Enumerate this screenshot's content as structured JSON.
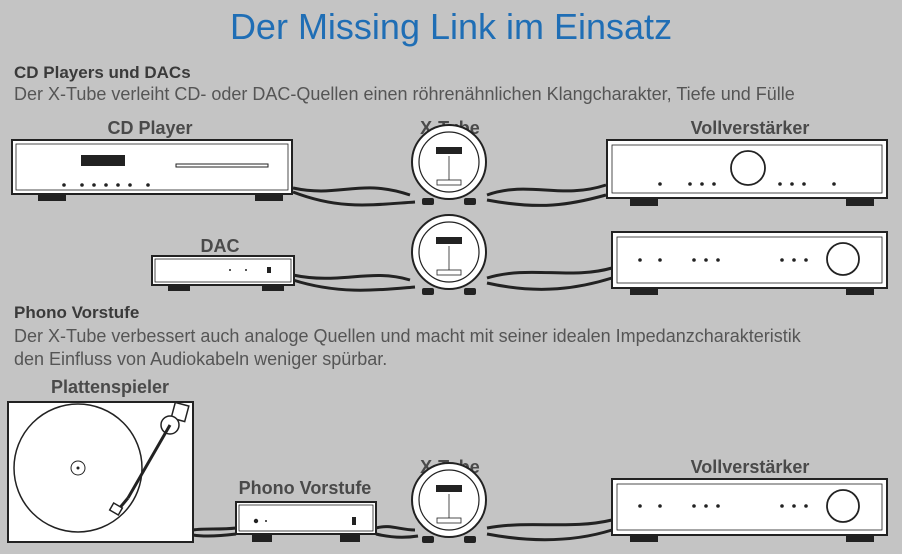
{
  "title": "Der Missing Link im Einsatz",
  "section_cd": {
    "heading": "CD Players und DACs",
    "description": "Der X-Tube verleiht CD- oder DAC-Quellen einen röhrenähnlichen Klangcharakter, Tiefe und Fülle"
  },
  "section_phono": {
    "heading": "Phono Vorstufe",
    "description_line1": "Der X-Tube verbessert auch analoge Quellen und macht mit seiner idealen Impedanzcharakteristik",
    "description_line2": "den Einfluss von Audiokabeln weniger spürbar."
  },
  "labels": {
    "cd_player": "CD Player",
    "xtube_1": "X-Tube",
    "amp_1": "Vollverstärker",
    "dac": "DAC",
    "turntable": "Plattenspieler",
    "phono": "Phono Vorstufe",
    "xtube_3": "X-Tube",
    "amp_3": "Vollverstärker"
  },
  "colors": {
    "title": "#1f6eb5",
    "background": "#c4c4c4",
    "device": "#ffffff",
    "outline": "#222222",
    "cable": "#222222"
  }
}
